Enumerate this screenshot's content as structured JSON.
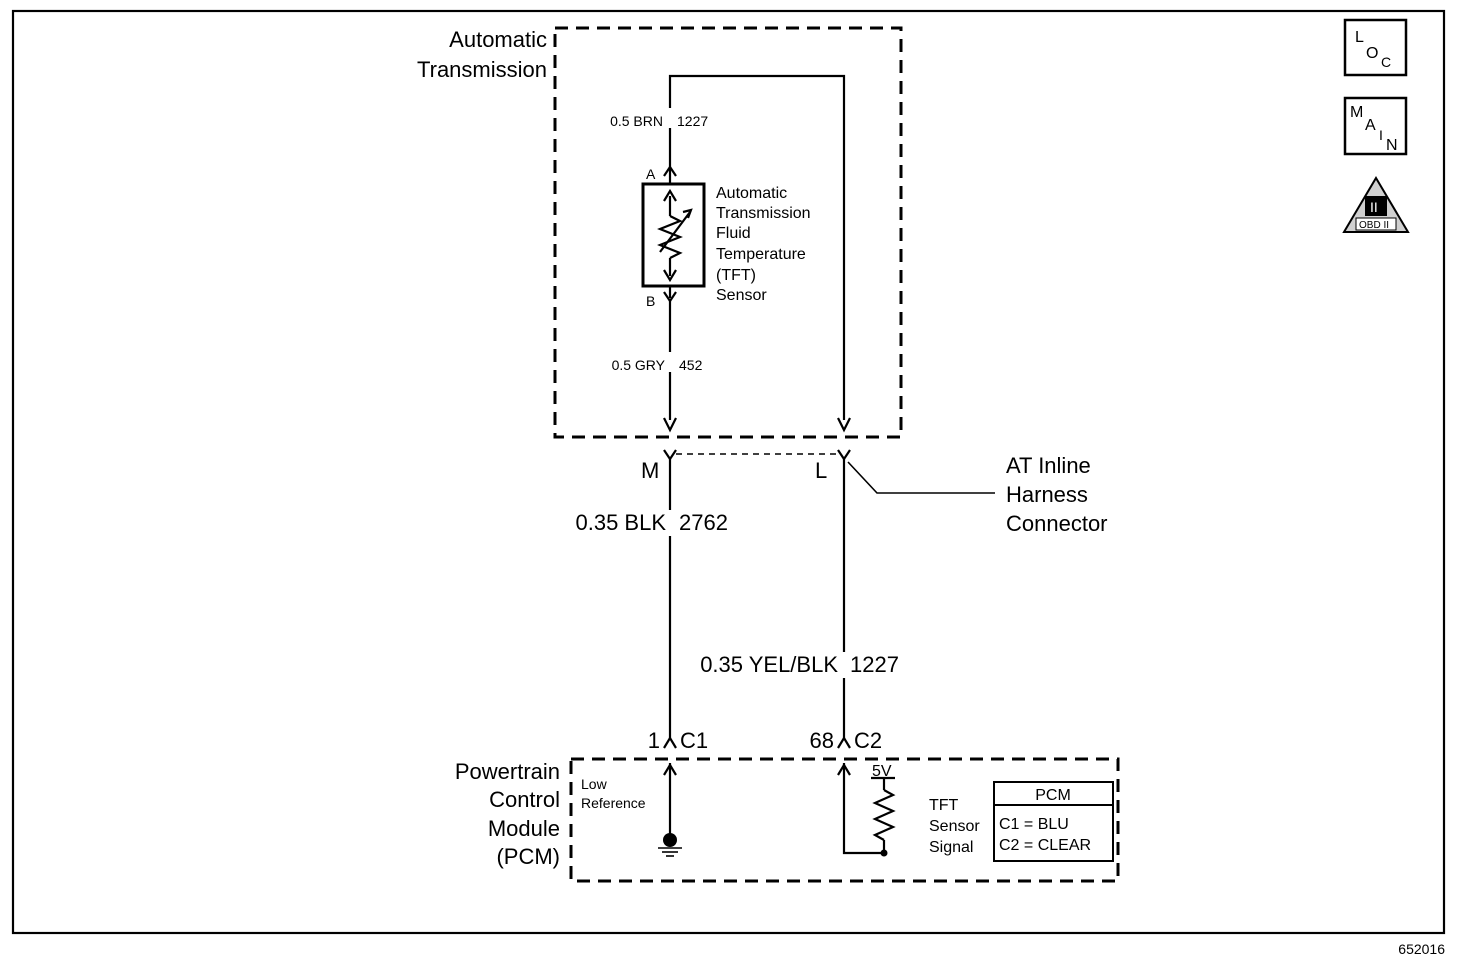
{
  "diagram_number": "652016",
  "icons": {
    "loc": {
      "top": "L",
      "mid": "O",
      "sub": "C"
    },
    "main": {
      "a": "M",
      "b": "A",
      "c": "I",
      "d": "N"
    },
    "obd": {
      "label": "OBD II",
      "roman": "II"
    }
  },
  "transmission": {
    "label_line1": "Automatic",
    "label_line2": "Transmission",
    "sensor_lines": [
      "Automatic",
      "Transmission",
      "Fluid",
      "Temperature",
      "(TFT)",
      "Sensor"
    ],
    "pin_a": "A",
    "pin_b": "B",
    "wire_top": {
      "gauge_color": "0.5 BRN",
      "circuit": "1227"
    },
    "wire_bottom": {
      "gauge_color": "0.5 GRY",
      "circuit": "452"
    }
  },
  "inline_connector": {
    "label_lines": [
      "AT Inline",
      "Harness",
      "Connector"
    ],
    "pin_m": "M",
    "pin_l": "L"
  },
  "harness_wires": {
    "left": {
      "gauge_color": "0.35 BLK",
      "circuit": "2762"
    },
    "right": {
      "gauge_color": "0.35 YEL/BLK",
      "circuit": "1227"
    }
  },
  "pcm": {
    "label_lines": [
      "Powertrain",
      "Control",
      "Module",
      "(PCM)"
    ],
    "pin_left_num": "1",
    "pin_left_conn": "C1",
    "pin_right_num": "68",
    "pin_right_conn": "C2",
    "low_ref_lines": [
      "Low",
      "Reference"
    ],
    "voltage": "5V",
    "signal_lines": [
      "TFT",
      "Sensor",
      "Signal"
    ],
    "legend": {
      "title": "PCM",
      "c1": "C1 = BLU",
      "c2": "C2 = CLEAR"
    }
  }
}
